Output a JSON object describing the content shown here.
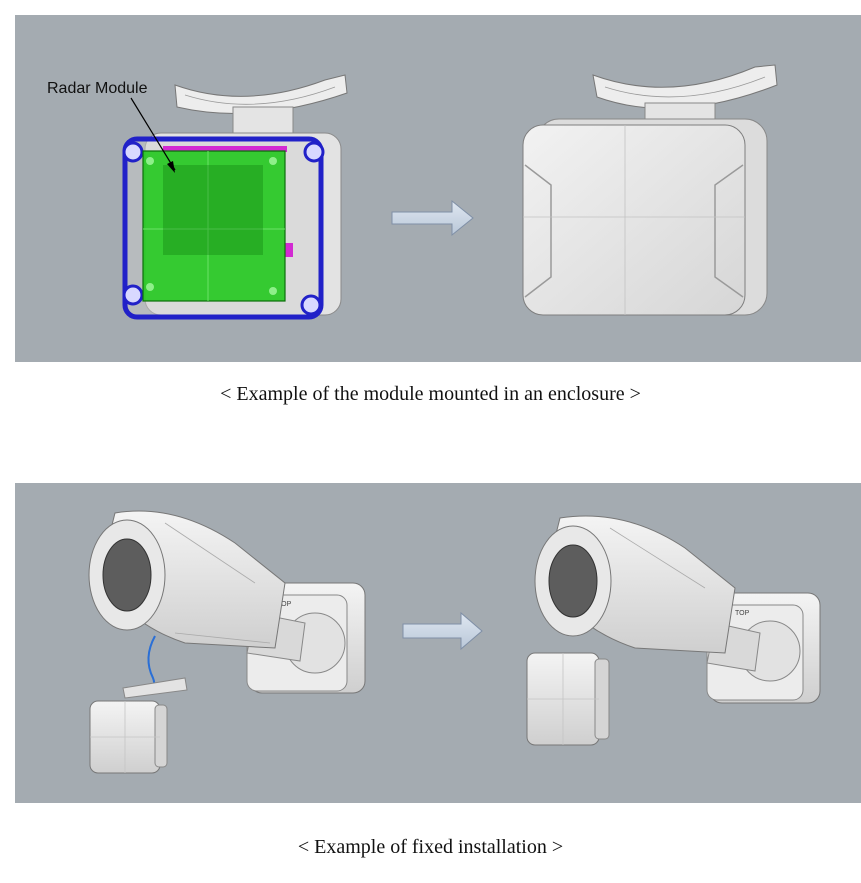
{
  "figure1": {
    "label": "Radar Module",
    "caption": "< Example of the module mounted in an enclosure >"
  },
  "figure2": {
    "top_marking": "TOP",
    "caption": "< Example of fixed installation >"
  }
}
